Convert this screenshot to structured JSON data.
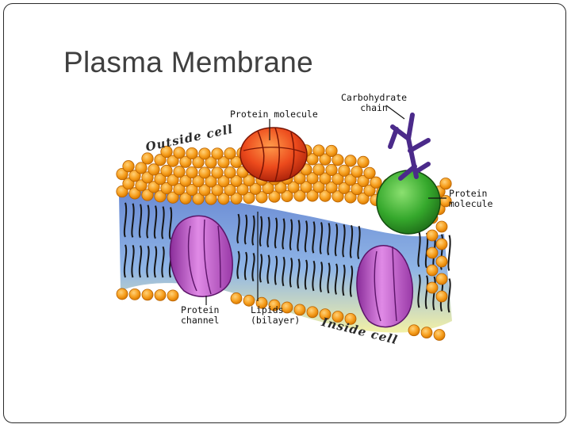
{
  "slide": {
    "title": "Plasma Membrane"
  },
  "diagram": {
    "labels": {
      "carbohydrate_chain": [
        "Carbohydrate",
        "chain"
      ],
      "protein_molecule_top": "Protein molecule",
      "protein_molecule_right": [
        "Protein",
        "molecule"
      ],
      "protein_channel": [
        "Protein",
        "channel"
      ],
      "lipids": [
        "Lipids",
        "(bilayer)"
      ],
      "outside_cell": "Outside cell",
      "inside_cell": "Inside cell"
    },
    "colors": {
      "lipid_head": "#f7a020",
      "lipid_head_stroke": "#c76a00",
      "tail": "#1a1a1a",
      "interior_top": "#6f8fd6",
      "interior_bottom": "#f2f0a0",
      "protein_red": "#e8401c",
      "protein_green": "#3ab02f",
      "protein_magenta": "#c25ac8",
      "carbohydrate": "#4b2a8a"
    }
  }
}
